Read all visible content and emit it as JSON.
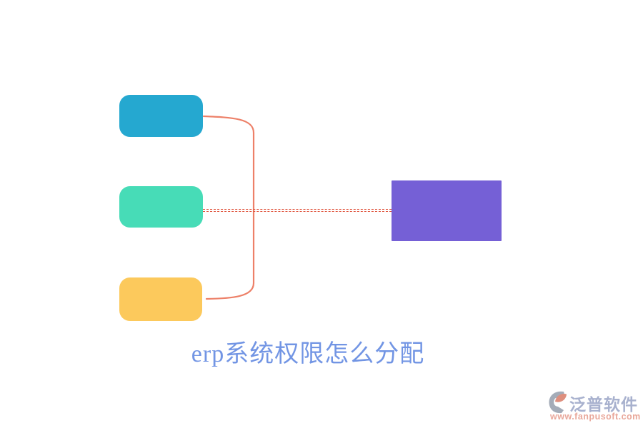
{
  "title": {
    "text": "erp系统权限怎么分配",
    "color": "#7295E4"
  },
  "diagram": {
    "nodes": [
      {
        "id": "top-left",
        "label": "",
        "color": "#25A8D0"
      },
      {
        "id": "middle-left",
        "label": "",
        "color": "#47DCB7"
      },
      {
        "id": "bottom-left",
        "label": "",
        "color": "#FCC95C"
      },
      {
        "id": "right",
        "label": "",
        "color": "#7560D6"
      }
    ],
    "connectors": {
      "bracket_color": "#ED8068",
      "dashed_color": "#E0563F"
    }
  },
  "watermark": {
    "brand": "泛普软件",
    "url": "www.fanpusoft.com",
    "brand_color": "#A8B1CE",
    "url_color": "#E9A89B",
    "icon_gray": "#9AA3B0",
    "icon_accent": "#DE8F7E"
  }
}
